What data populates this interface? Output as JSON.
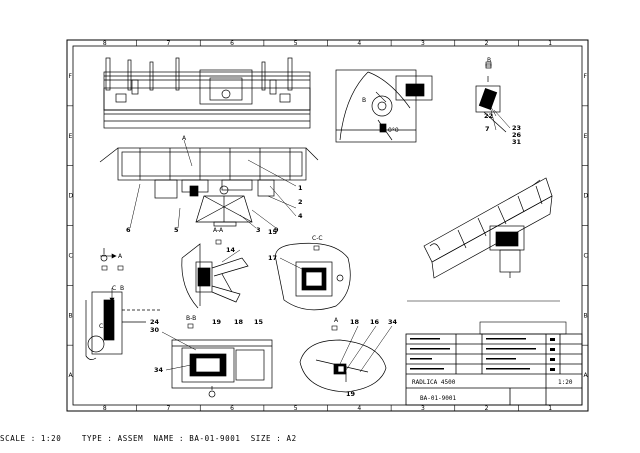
{
  "title_block": {
    "name": "RADLICA 4500",
    "drawing_number": "BA-01-9001",
    "scale": "1:20"
  },
  "status_bar": {
    "scale": "SCALE : 1:20",
    "type": "TYPE : ASSEM",
    "name": "NAME : BA-01-9001",
    "size": "SIZE : A2"
  },
  "border": {
    "column_markers": [
      "8",
      "7",
      "6",
      "5",
      "4",
      "3",
      "2",
      "1"
    ],
    "row_markers": [
      "F",
      "E",
      "D",
      "C",
      "B",
      "A"
    ]
  },
  "section_labels": {
    "a_a": "A-A",
    "b_b": "B-B",
    "c_c": "C-C",
    "a": "A",
    "b": "B",
    "c": "C"
  },
  "balloons": [
    "1",
    "2",
    "3",
    "4",
    "5",
    "6",
    "7",
    "9",
    "14",
    "15",
    "16",
    "17",
    "18",
    "19",
    "22",
    "23",
    "24",
    "26",
    "30",
    "31",
    "34"
  ],
  "annotation": {
    "angle": "0°0"
  }
}
